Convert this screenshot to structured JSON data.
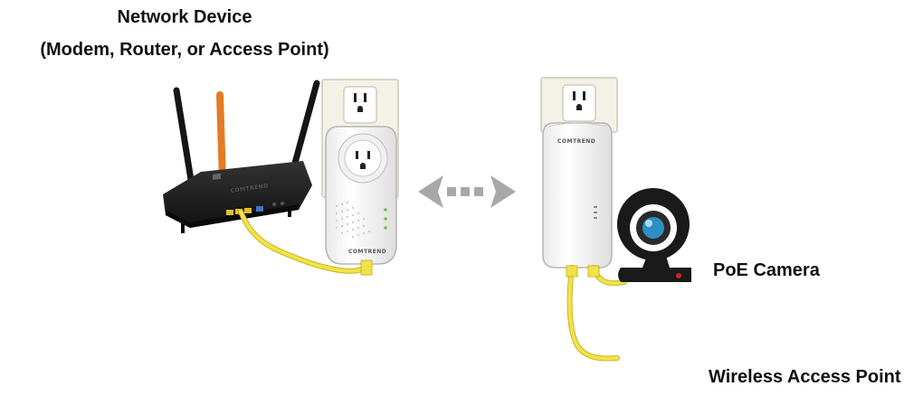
{
  "network_device": {
    "title": "Network Device",
    "subtitle": "(Modem, Router, or Access Point)"
  },
  "adapter_brand": "COMTREND",
  "router_brand": "COMTREND",
  "labels": {
    "poe_camera": "PoE Camera",
    "wireless_access_point": "Wireless Access Point"
  },
  "colors": {
    "cable": "#f2e24a",
    "cable_outline": "#c8b820",
    "router_body": "#1c1c1c",
    "router_antenna_center": "#e57b23",
    "arrow": "#a8a8a8",
    "outlet_plate": "#f4f1e6",
    "adapter": "#ffffff"
  },
  "icons": {
    "router": "router-icon",
    "adapter_passthrough": "powerline-adapter-icon",
    "adapter_plain": "powerline-adapter-icon",
    "link_arrows": "bidirectional-arrow-icon",
    "camera": "webcam-icon",
    "access_point": "wireless-access-point-icon",
    "wifi_waves": "wifi-signal-icon"
  }
}
